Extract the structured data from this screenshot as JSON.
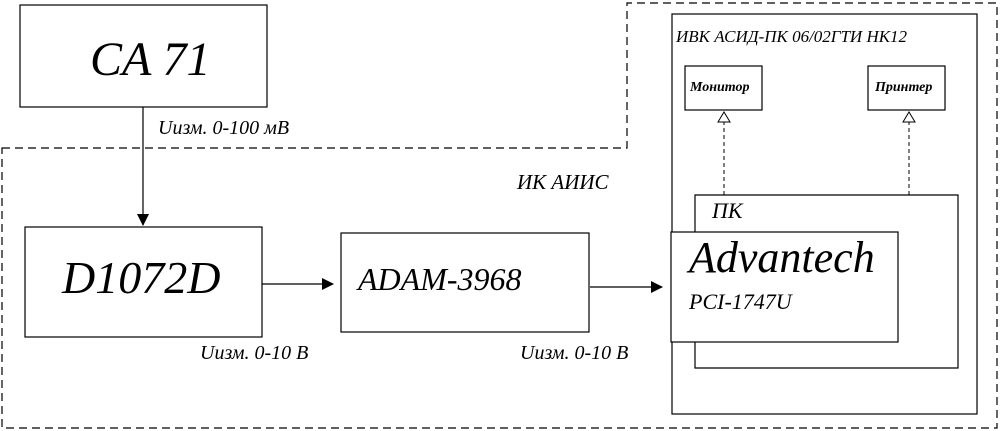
{
  "blocks": {
    "ca71": "CA 71",
    "d1072d": "D1072D",
    "adam": "ADAM-3968",
    "advantech": "Advantech",
    "pci": "PCI-1747U",
    "pk": "ПК",
    "monitor": "Монитор",
    "printer": "Принтер"
  },
  "regions": {
    "ivk": "ИВК АСИД-ПК 06/02ГТИ НК12",
    "ik": "ИК АИИС"
  },
  "signals": {
    "u_0_100": "Uизм. 0-100 мВ",
    "u_0_10_a": "Uизм. 0-10 В",
    "u_0_10_b": "Uизм. 0-10 В"
  },
  "colors": {
    "ink": "#000000",
    "paper": "#ffffff"
  }
}
